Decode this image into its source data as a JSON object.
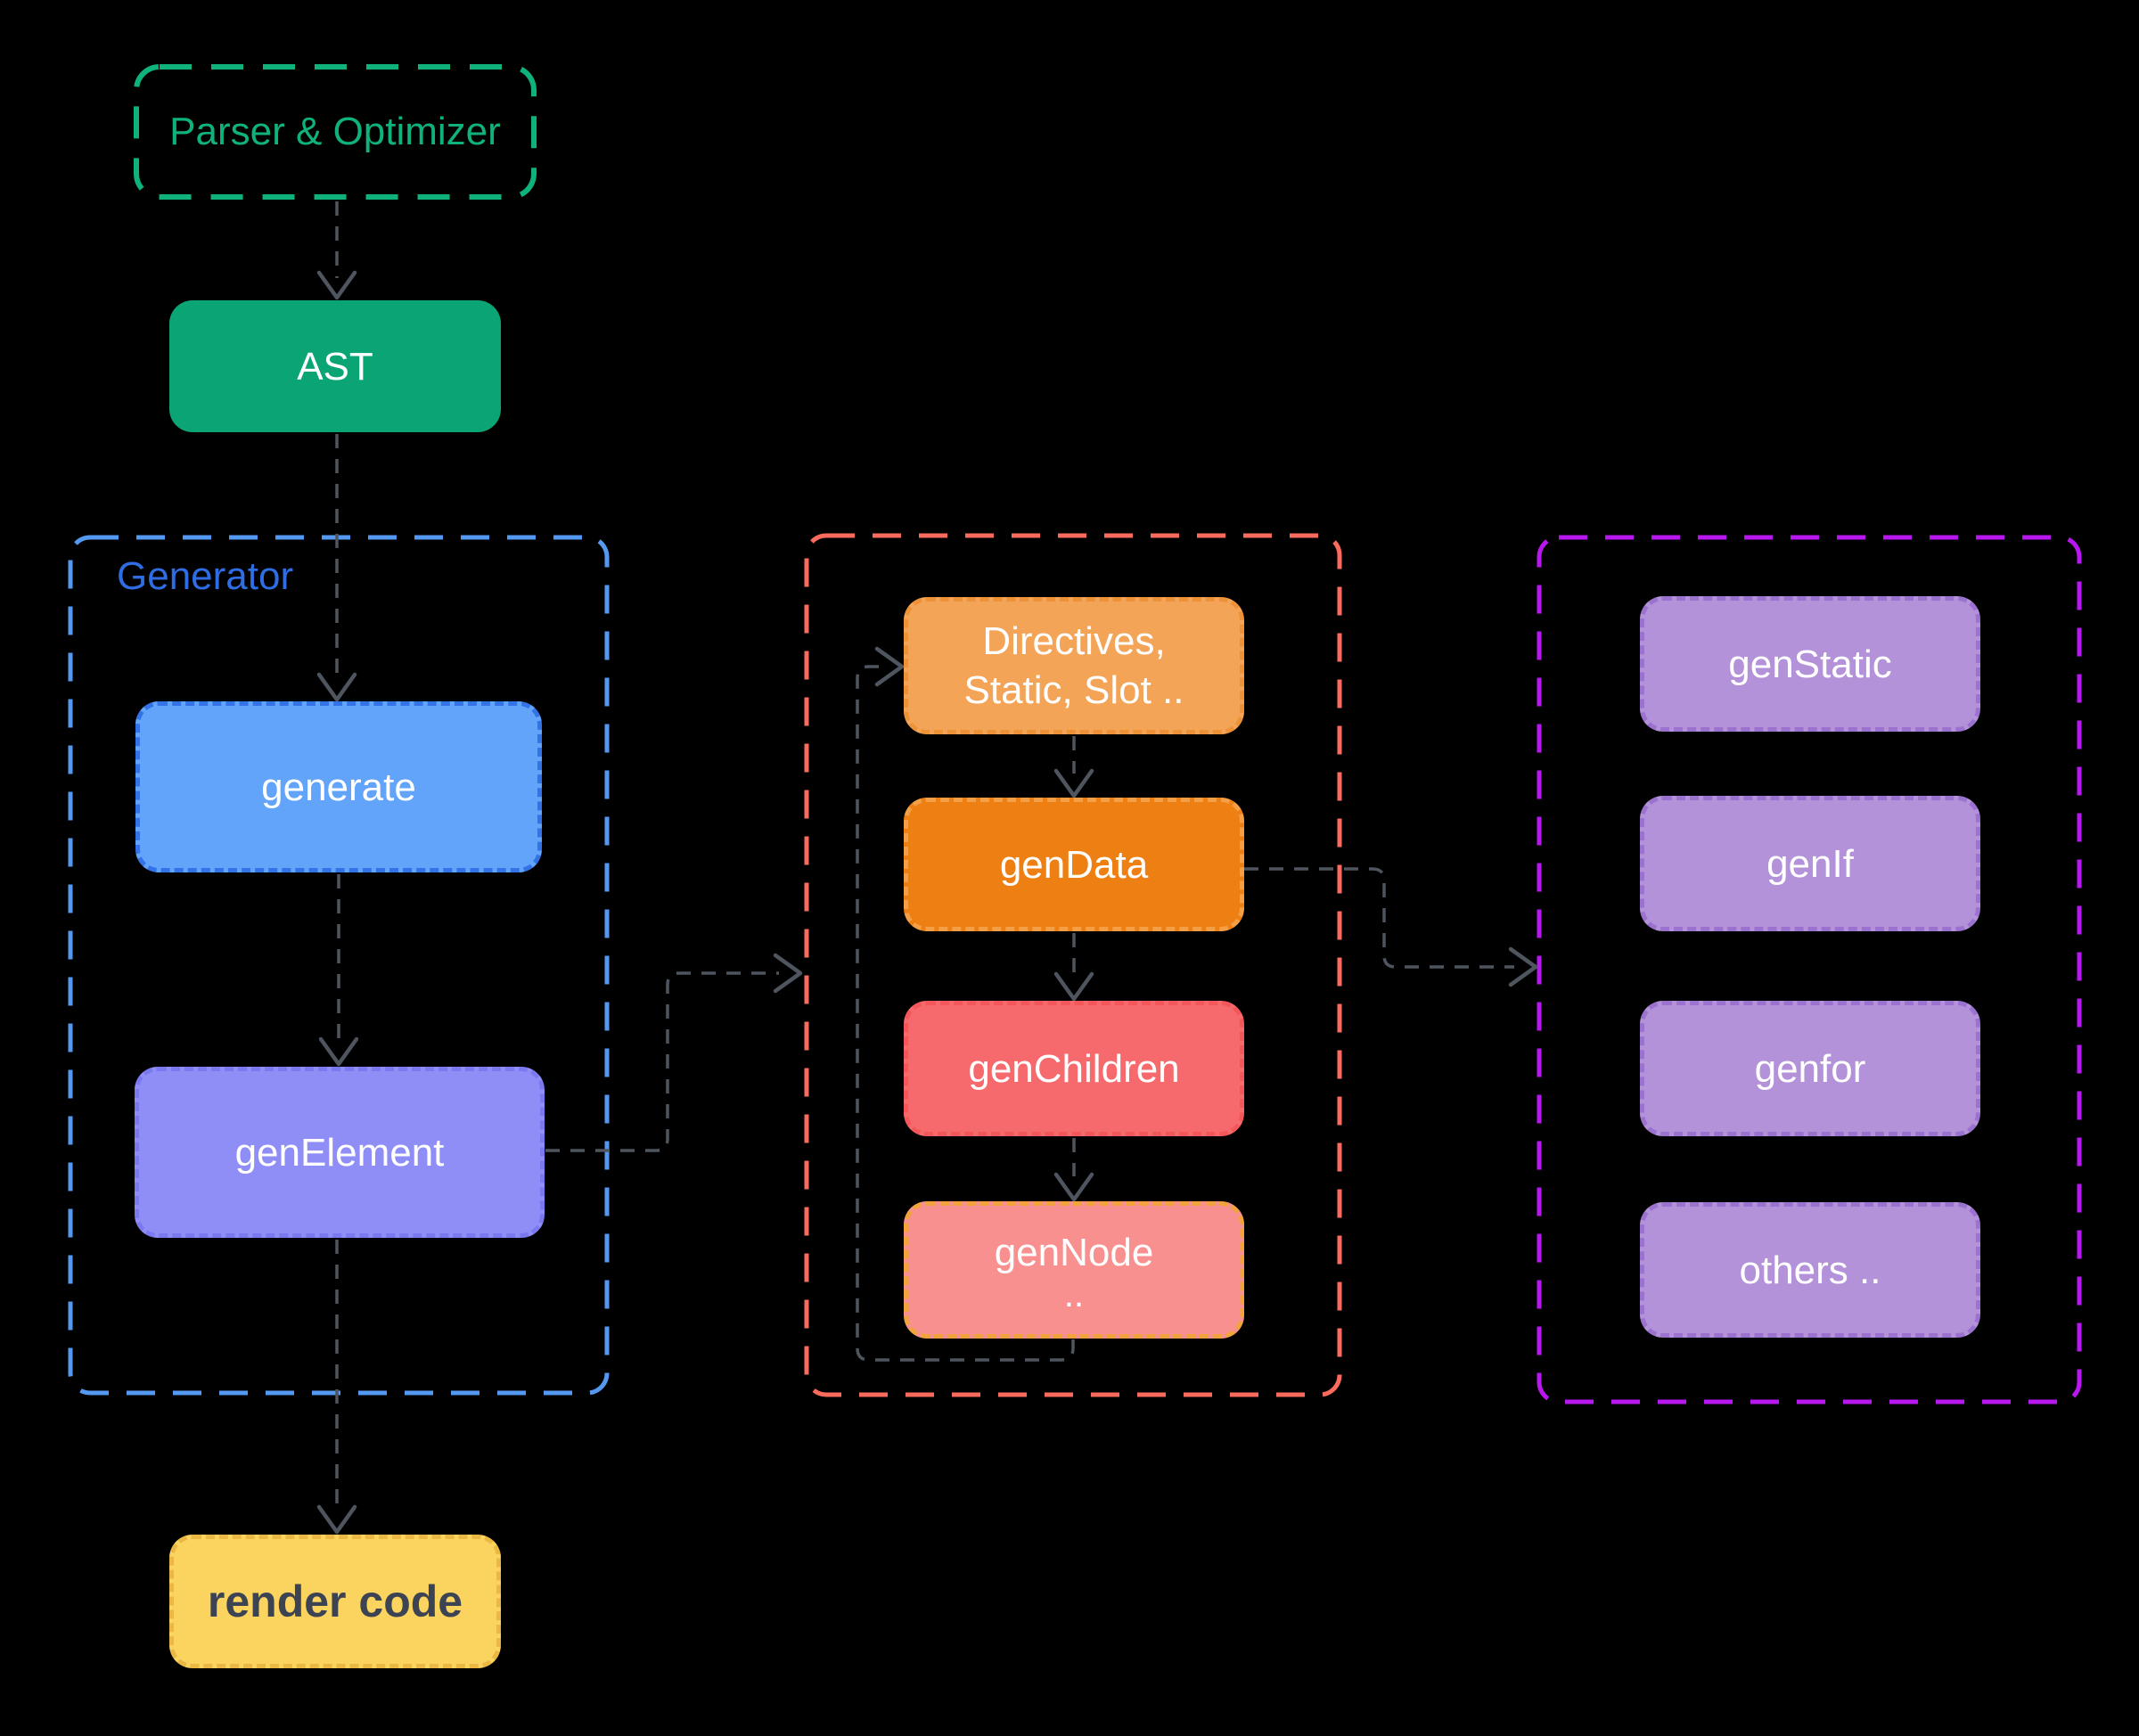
{
  "colors": {
    "background": "#000000",
    "line": "#4e555e",
    "green": "#10b27b",
    "green_fill": "#0ba575",
    "blue_container": "#5598f0",
    "blue_label": "#2e6de4",
    "blue_fill": "#61a4fa",
    "blue_node_border": "#3273e8",
    "periwinkle_fill": "#8f8ef6",
    "periwinkle_border": "#7a79ef",
    "yellow_fill": "#fbd45f",
    "yellow_border": "#eab843",
    "yellow_text": "#3c4454",
    "red_container": "#fa6b5e",
    "light_orange_fill": "#f3a457",
    "light_orange_border": "#ee9238",
    "orange_fill": "#ee8013",
    "orange_border": "#f49f45",
    "salmon_fill": "#f6696c",
    "salmon_border": "#f4575a",
    "pink_fill": "#f8908f",
    "pink_border": "#f1a33c",
    "magenta_container": "#b817ef",
    "purple_fill": "#b392da",
    "purple_border": "#9b72cf",
    "white_text": "#ffffff"
  },
  "containers": {
    "generator": {
      "label": "Generator"
    }
  },
  "nodes": {
    "parser": {
      "label": "Parser & Optimizer"
    },
    "ast": {
      "label": "AST"
    },
    "generate": {
      "label": "generate"
    },
    "gen_element": {
      "label": "genElement"
    },
    "render_code": {
      "label": "render code"
    },
    "directives": {
      "line1": "Directives,",
      "line2": "Static, Slot .."
    },
    "gen_data": {
      "label": "genData"
    },
    "gen_children": {
      "label": "genChildren"
    },
    "gen_node": {
      "label": "genNode",
      "sub": ".."
    },
    "gen_static": {
      "label": "genStatic"
    },
    "gen_if": {
      "label": "genIf"
    },
    "gen_for": {
      "label": "genfor"
    },
    "others": {
      "label": "others .."
    }
  }
}
